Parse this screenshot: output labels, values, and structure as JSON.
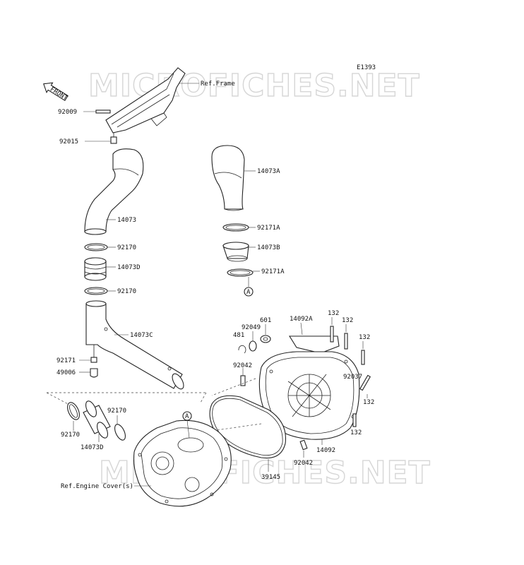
{
  "diagram_code": "E1393",
  "watermark_text": "MICROFICHES.NET",
  "front_badge": "FRONT",
  "reference_labels": {
    "frame": "Ref.Frame",
    "engine_cover": "Ref.Engine Cover(s)"
  },
  "callout_marker": "A",
  "part_labels": {
    "p92009": "92009",
    "p92015": "92015",
    "p14073": "14073",
    "p92170_a": "92170",
    "p14073D_a": "14073D",
    "p92170_b": "92170",
    "p14073C": "14073C",
    "p92171": "92171",
    "p49006": "49006",
    "p14073A": "14073A",
    "p92171A_a": "92171A",
    "p14073B": "14073B",
    "p92171A_b": "92171A",
    "p601": "601",
    "p92049": "92049",
    "p481": "481",
    "p14092A": "14092A",
    "p132_a": "132",
    "p132_b": "132",
    "p132_c": "132",
    "p92042_a": "92042",
    "p92037": "92037",
    "p132_d": "132",
    "p132_e": "132",
    "p14092": "14092",
    "p92042_b": "92042",
    "p39145": "39145",
    "p92170_c": "92170",
    "p92170_d": "92170",
    "p14073D_b": "14073D"
  }
}
